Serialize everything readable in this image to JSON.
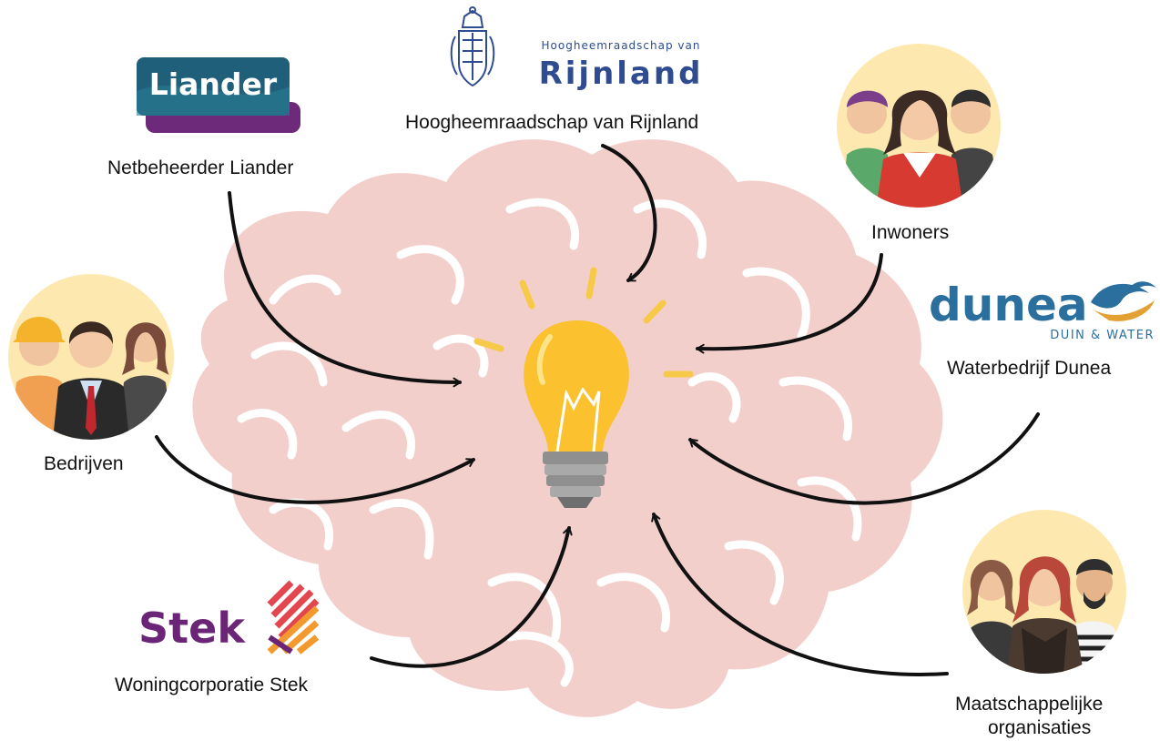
{
  "stakeholders": {
    "liander": {
      "label": "Netbeheerder Liander",
      "logo_text": "Liander"
    },
    "rijnland": {
      "label": "Hoogheemraadschap van Rijnland",
      "logo_small": "Hoogheemraadschap van",
      "logo_big": "Rijnland"
    },
    "inwoners": {
      "label": "Inwoners"
    },
    "dunea": {
      "label": "Waterbedrijf Dunea",
      "logo_text": "dunea",
      "logo_sub": "DUIN & WATER"
    },
    "bedrijven": {
      "label": "Bedrijven"
    },
    "stek": {
      "label": "Woningcorporatie Stek",
      "logo_text": "Stek"
    },
    "maatschappelijke": {
      "label_line1": "Maatschappelijke",
      "label_line2": "organisaties"
    }
  },
  "colors": {
    "brain": "#f3cfcb",
    "brain_lines": "#ffffff",
    "arrow": "#111111",
    "bulb": "#fbc12e",
    "ray": "#f7c948",
    "liander_purple": "#6e2a7a",
    "liander_teal": "#1f5f7a",
    "rijnland_blue": "#2e4c8f",
    "dunea_blue": "#2a6f9e",
    "stek_purple": "#6b2576",
    "stek_red": "#e2474f",
    "stek_orange": "#f29a2e",
    "avatar_bg": "#fde9b0"
  },
  "icons": [
    "brain-illustration",
    "lightbulb-icon",
    "people-avatar-icon",
    "workers-avatar-icon",
    "organisations-avatar-icon",
    "rijnland-crest-icon",
    "dunea-wave-icon",
    "stek-house-icon"
  ]
}
